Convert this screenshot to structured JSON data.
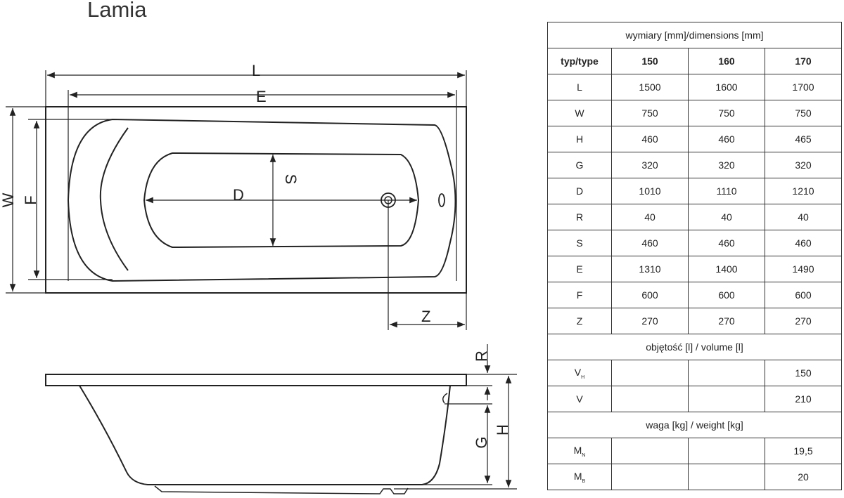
{
  "title": "Lamia",
  "drawing_labels": {
    "L": "L",
    "E": "E",
    "W": "W",
    "F": "F",
    "D": "D",
    "S": "S",
    "Z": "Z",
    "R": "R",
    "G": "G",
    "H": "H"
  },
  "table": {
    "dimensions_title": "wymiary [mm]/dimensions [mm]",
    "type_label": "typ/type",
    "types": [
      "150",
      "160",
      "170"
    ],
    "dimension_rows": [
      {
        "label": "L",
        "values": [
          "1500",
          "1600",
          "1700"
        ]
      },
      {
        "label": "W",
        "values": [
          "750",
          "750",
          "750"
        ]
      },
      {
        "label": "H",
        "values": [
          "460",
          "460",
          "465"
        ]
      },
      {
        "label": "G",
        "values": [
          "320",
          "320",
          "320"
        ]
      },
      {
        "label": "D",
        "values": [
          "1010",
          "1110",
          "1210"
        ]
      },
      {
        "label": "R",
        "values": [
          "40",
          "40",
          "40"
        ]
      },
      {
        "label": "S",
        "values": [
          "460",
          "460",
          "460"
        ]
      },
      {
        "label": "E",
        "values": [
          "1310",
          "1400",
          "1490"
        ]
      },
      {
        "label": "F",
        "values": [
          "600",
          "600",
          "600"
        ]
      },
      {
        "label": "Z",
        "values": [
          "270",
          "270",
          "270"
        ]
      }
    ],
    "volume_title": "objętość [l] / volume [l]",
    "volume_rows": [
      {
        "label": "V",
        "sub": "H",
        "values": [
          "",
          "",
          "150"
        ]
      },
      {
        "label": "V",
        "sub": "",
        "values": [
          "",
          "",
          "210"
        ]
      }
    ],
    "weight_title": "waga [kg] / weight [kg]",
    "weight_rows": [
      {
        "label": "M",
        "sub": "N",
        "values": [
          "",
          "",
          "19,5"
        ]
      },
      {
        "label": "M",
        "sub": "B",
        "values": [
          "",
          "",
          "20"
        ]
      }
    ]
  }
}
